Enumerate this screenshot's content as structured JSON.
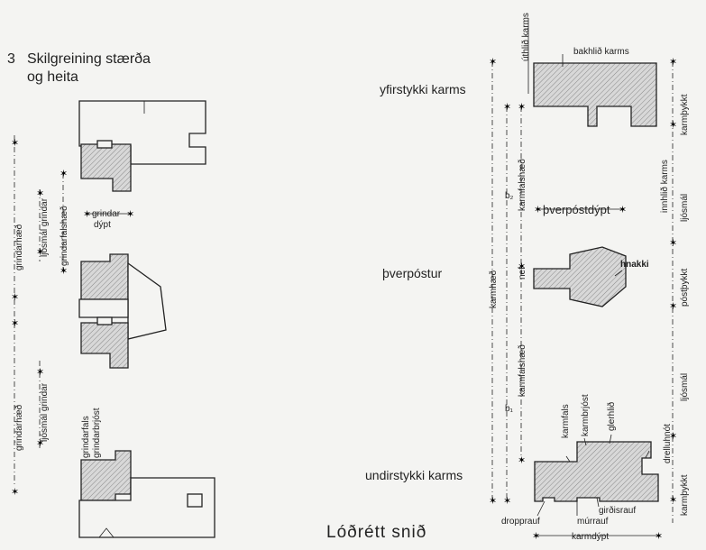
{
  "heading": {
    "number": "3",
    "line1": "Skilgreining stærða",
    "line2": "og heita"
  },
  "caption": "Lóðrétt snið",
  "labels": {
    "yfirstykki": "yfirstykki karms",
    "thverpostur": "þverpóstur",
    "undirstykki": "undirstykki karms",
    "uthlid": "úthlið karms",
    "bakhlid": "bakhlið karms",
    "karmbykkt_top": "karmþykkt",
    "innhlid": "innhlið karms",
    "ljosmal_right_top": "ljósmál",
    "karmfalshaed_top": "karmfalshæð",
    "b2": "b₂",
    "thverpostdypt": "þverpóstdýpt",
    "nef": "nef",
    "hnakki": "hnakki",
    "postthykkt": "póstþykkt",
    "karmhaed": "karmhæð",
    "karmfalshaed_bottom": "karmfalshæð",
    "b1": "b₁",
    "ljosmal_right_bottom": "ljósmál",
    "karmfals": "karmfals",
    "karmbrjost": "karmbrjóst",
    "glerhlid": "glerhlið",
    "drelluhnot": "drelluhnót",
    "karmbykkt_bottom": "karmþykkt",
    "dropprauf": "dropprauf",
    "murrauf": "múrrauf",
    "girdisrauf": "girðisrauf",
    "karmdypt": "karmdýpt",
    "grindarhaed_top": "grindarhæð",
    "ljosmal_grindar_top": "ljósmál grindar",
    "grindarfalshaed": "grindarfalshæð",
    "grindardypt_1": "grindar",
    "grindardypt_2": "dýpt",
    "grindarhaed_bottom": "grindarhæð",
    "ljosmal_grindar_bottom": "ljósmál grindar",
    "grindarfals": "grindarfals",
    "grindarbrjost": "grindarbrjóst"
  }
}
